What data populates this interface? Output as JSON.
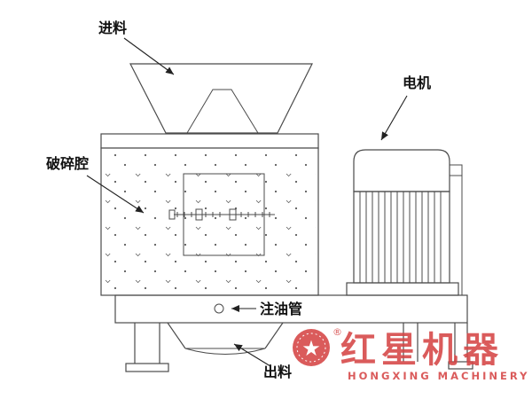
{
  "labels": {
    "feed": "进料",
    "crushing_chamber": "破碎腔",
    "motor": "电机",
    "oil_pipe": "注油管",
    "discharge": "出料"
  },
  "watermark": {
    "brand": "红星机器",
    "brand_en": "HONGXING MACHINERY",
    "registered": "®",
    "star": "★",
    "color": "#d64545"
  }
}
